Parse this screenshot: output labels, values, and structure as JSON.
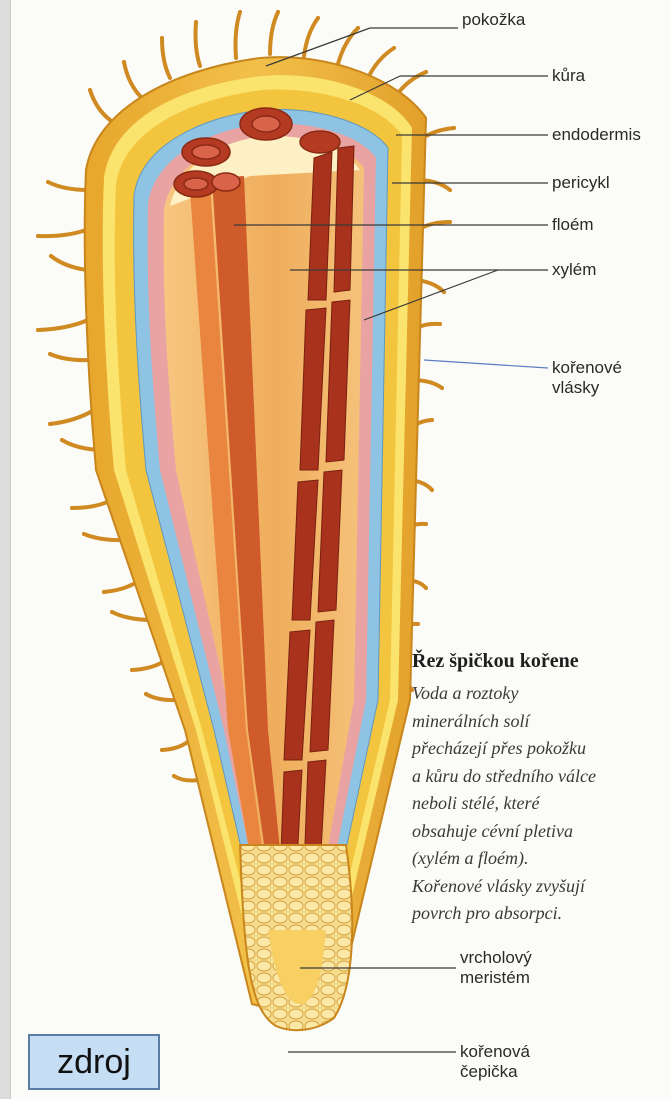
{
  "labels": {
    "pokozka": "pokožka",
    "kura": "kůra",
    "endodermis": "endodermis",
    "pericykl": "pericykl",
    "floem": "floém",
    "xylem": "xylém",
    "korenove": "kořenové",
    "vlasky": "vlásky",
    "vrcholovy": "vrcholový",
    "meristem": "meristém",
    "korenova": "kořenová",
    "cepicka": "čepička"
  },
  "caption": {
    "title": "Řez špičkou kořene",
    "lines": [
      "Voda a roztoky",
      "minerálních solí",
      "přecházejí přes pokožku",
      "a kůru do středního válce",
      "neboli stélé, které",
      "obsahuje cévní pletiva",
      "(xylém a floém).",
      "Kořenové vlásky zvyšují",
      "povrch pro absorpci."
    ]
  },
  "source_button": {
    "label": "zdroj"
  },
  "colors": {
    "cortex": "#f3c53f",
    "epidermis": "#fbe46d",
    "outer": "#eeb537",
    "endodermis": "#8fc3e3",
    "pericycle": "#e9a3a3",
    "phloem": "#cf5a2a",
    "xylem": "#a8321c",
    "stele": "#f0b15f",
    "root_hair": "#d08a22"
  }
}
